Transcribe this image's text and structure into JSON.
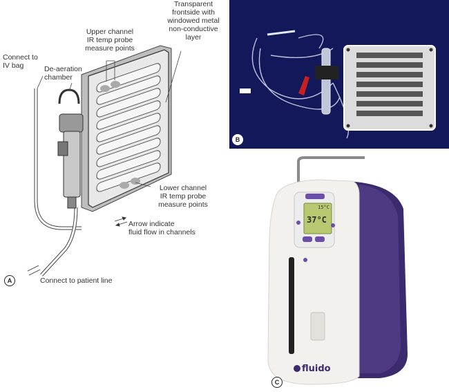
{
  "panel_a": {
    "badge": "A",
    "labels": {
      "connect_iv_bag": "Connect to\nIV bag",
      "deaeration": "De-aeration\nchamber",
      "upper_channel": "Upper channel\nIR temp probe\nmeasure points",
      "transparent": "Transparent\nfrontside with\nwindowed metal\nnon-conductive\nlayer",
      "lower_channel": "Lower channel\nIR temp probe\nmeasure points",
      "arrow_indicate": "Arrow indicate\nfluid flow in channels",
      "connect_patient": "Connect to patient line"
    }
  },
  "panel_b": {
    "badge": "B"
  },
  "panel_c": {
    "badge": "C",
    "brand": "fluido",
    "display_small": "15°C",
    "display_big": "37°C"
  }
}
